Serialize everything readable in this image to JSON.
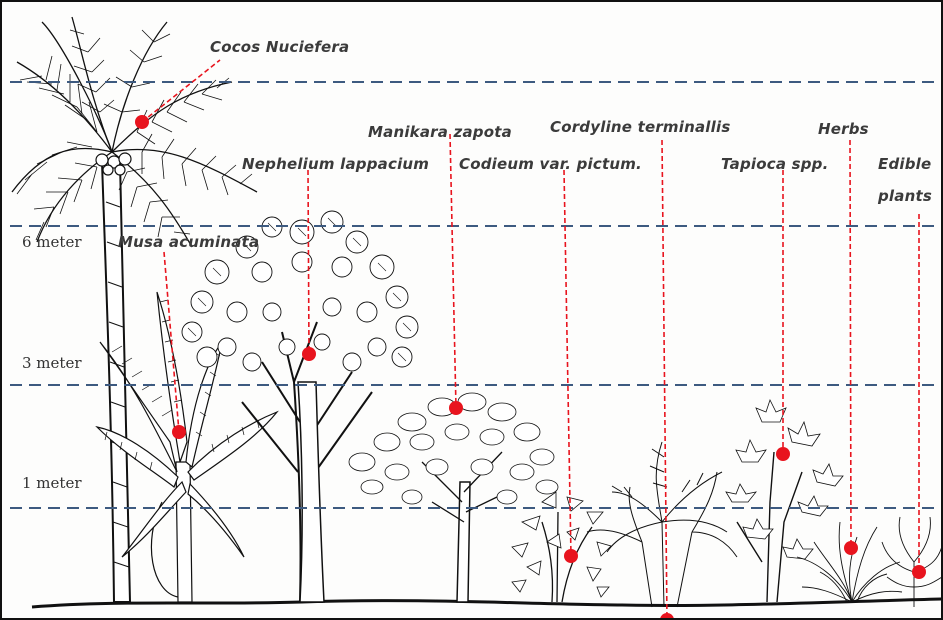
{
  "height_markers": {
    "six": "6 meter",
    "three": "3 meter",
    "one": "1 meter"
  },
  "plants": {
    "cocos": "Cocos Nuciefera",
    "musa": "Musa acuminata",
    "nephelium": "Nephelium lappacium",
    "manikara": "Manikara zapota",
    "codieum": "Codieum var. pictum.",
    "cordyline": "Cordyline terminallis",
    "tapioca": "Tapioca spp.",
    "herbs": "Herbs",
    "edible_line1": "Edible",
    "edible_line2": "plants"
  },
  "colors": {
    "dashed_line": "#3d5a80",
    "leader": "#e8141e",
    "dot": "#e8141e"
  }
}
